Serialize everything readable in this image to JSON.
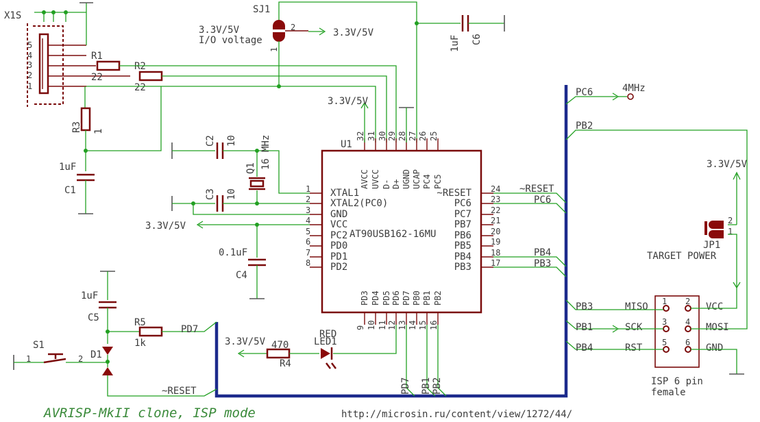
{
  "title": "AVRISP-MkII clone, ISP mode",
  "url": "http://microsin.ru/content/view/1272/44/",
  "colors": {
    "wire": "#22a022",
    "part": "#7a0a0a",
    "bus": "#1c2a8c",
    "text": "#3c3c3c",
    "title": "#3a8a3a"
  },
  "usb": {
    "name": "X1S",
    "pins": [
      "5",
      "4",
      "3",
      "2",
      "1"
    ]
  },
  "r1": {
    "name": "R1",
    "value": "22"
  },
  "r2": {
    "name": "R2",
    "value": "22"
  },
  "r3": {
    "name": "R3",
    "value": "1"
  },
  "r4": {
    "name": "R4",
    "value": "470"
  },
  "r5": {
    "name": "R5",
    "value": "1k"
  },
  "c1": {
    "name": "C1",
    "value": "1uF"
  },
  "c2": {
    "name": "C2",
    "value": "10"
  },
  "c3": {
    "name": "C3",
    "value": "10"
  },
  "c4": {
    "name": "C4",
    "value": "0.1uF"
  },
  "c5": {
    "name": "C5",
    "value": "1uF"
  },
  "c6": {
    "name": "C6",
    "value": "1uF"
  },
  "q1": {
    "name": "Q1",
    "value": "16",
    "unit": "MHz"
  },
  "sj1": {
    "name": "SJ1",
    "line1": "3.3V/5V",
    "line2": "I/O voltage",
    "pin1": "1",
    "pin2": "2",
    "out": "3.3V/5V"
  },
  "u1": {
    "name": "U1",
    "part": "AT90USB162-16MU",
    "vcc_label": "3.3V/5V",
    "left": [
      {
        "n": "1",
        "l": "XTAL1"
      },
      {
        "n": "2",
        "l": "XTAL2(PC0)"
      },
      {
        "n": "3",
        "l": "GND"
      },
      {
        "n": "4",
        "l": "VCC"
      },
      {
        "n": "5",
        "l": "PC2"
      },
      {
        "n": "6",
        "l": "PD0"
      },
      {
        "n": "7",
        "l": "PD1"
      },
      {
        "n": "8",
        "l": "PD2"
      }
    ],
    "right": [
      {
        "n": "24",
        "l": "~RESET"
      },
      {
        "n": "23",
        "l": "PC6"
      },
      {
        "n": "22",
        "l": "PC7"
      },
      {
        "n": "21",
        "l": "PB7"
      },
      {
        "n": "20",
        "l": "PB6"
      },
      {
        "n": "19",
        "l": "PB5"
      },
      {
        "n": "18",
        "l": "PB4"
      },
      {
        "n": "17",
        "l": "PB3"
      }
    ],
    "top": [
      {
        "n": "32",
        "l": "AVCC"
      },
      {
        "n": "31",
        "l": "UVCC"
      },
      {
        "n": "30",
        "l": "D-"
      },
      {
        "n": "29",
        "l": "D+"
      },
      {
        "n": "28",
        "l": "UGND"
      },
      {
        "n": "27",
        "l": "UCAP"
      },
      {
        "n": "26",
        "l": "PC4"
      },
      {
        "n": "25",
        "l": "PC5"
      }
    ],
    "bottom": [
      {
        "n": "9",
        "l": "PD3"
      },
      {
        "n": "10",
        "l": "PD4"
      },
      {
        "n": "11",
        "l": "PD5"
      },
      {
        "n": "12",
        "l": "PD6"
      },
      {
        "n": "13",
        "l": "PD7"
      },
      {
        "n": "14",
        "l": "PB0"
      },
      {
        "n": "15",
        "l": "PB1"
      },
      {
        "n": "16",
        "l": "PB2"
      }
    ]
  },
  "vcc_left": "3.3V/5V",
  "led1": {
    "color": "RED",
    "name": "LED1",
    "supply": "3.3V/5V"
  },
  "s1": {
    "name": "S1",
    "pin1": "1",
    "pin2": "2"
  },
  "d1": {
    "name": "D1"
  },
  "nets": {
    "pd7": "PD7",
    "reset": "~RESET",
    "pc6": "PC6",
    "pb2": "PB2",
    "pb4": "PB4",
    "pb3": "PB3",
    "pb1": "PB1",
    "pd7_bottom": "PD7",
    "pb1_bottom": "PB1",
    "pb2_bottom": "PB2",
    "osc": "4MHz",
    "reset_u": "~RESET",
    "pc6_u": "PC6",
    "pb4_u": "PB4",
    "pb3_u": "PB3"
  },
  "jp1": {
    "name": "JP1",
    "label": "TARGET POWER",
    "supply": "3.3V/5V",
    "pin1": "1",
    "pin2": "2"
  },
  "isp": {
    "title": "ISP 6 pin",
    "subtitle": "female",
    "pins": [
      {
        "n": "1",
        "l": "MISO"
      },
      {
        "n": "2",
        "l": "VCC"
      },
      {
        "n": "3",
        "l": "SCK"
      },
      {
        "n": "4",
        "l": "MOSI"
      },
      {
        "n": "5",
        "l": "RST"
      },
      {
        "n": "6",
        "l": "GND"
      }
    ],
    "nets": [
      "PB3",
      "PB1",
      "PB4"
    ]
  }
}
